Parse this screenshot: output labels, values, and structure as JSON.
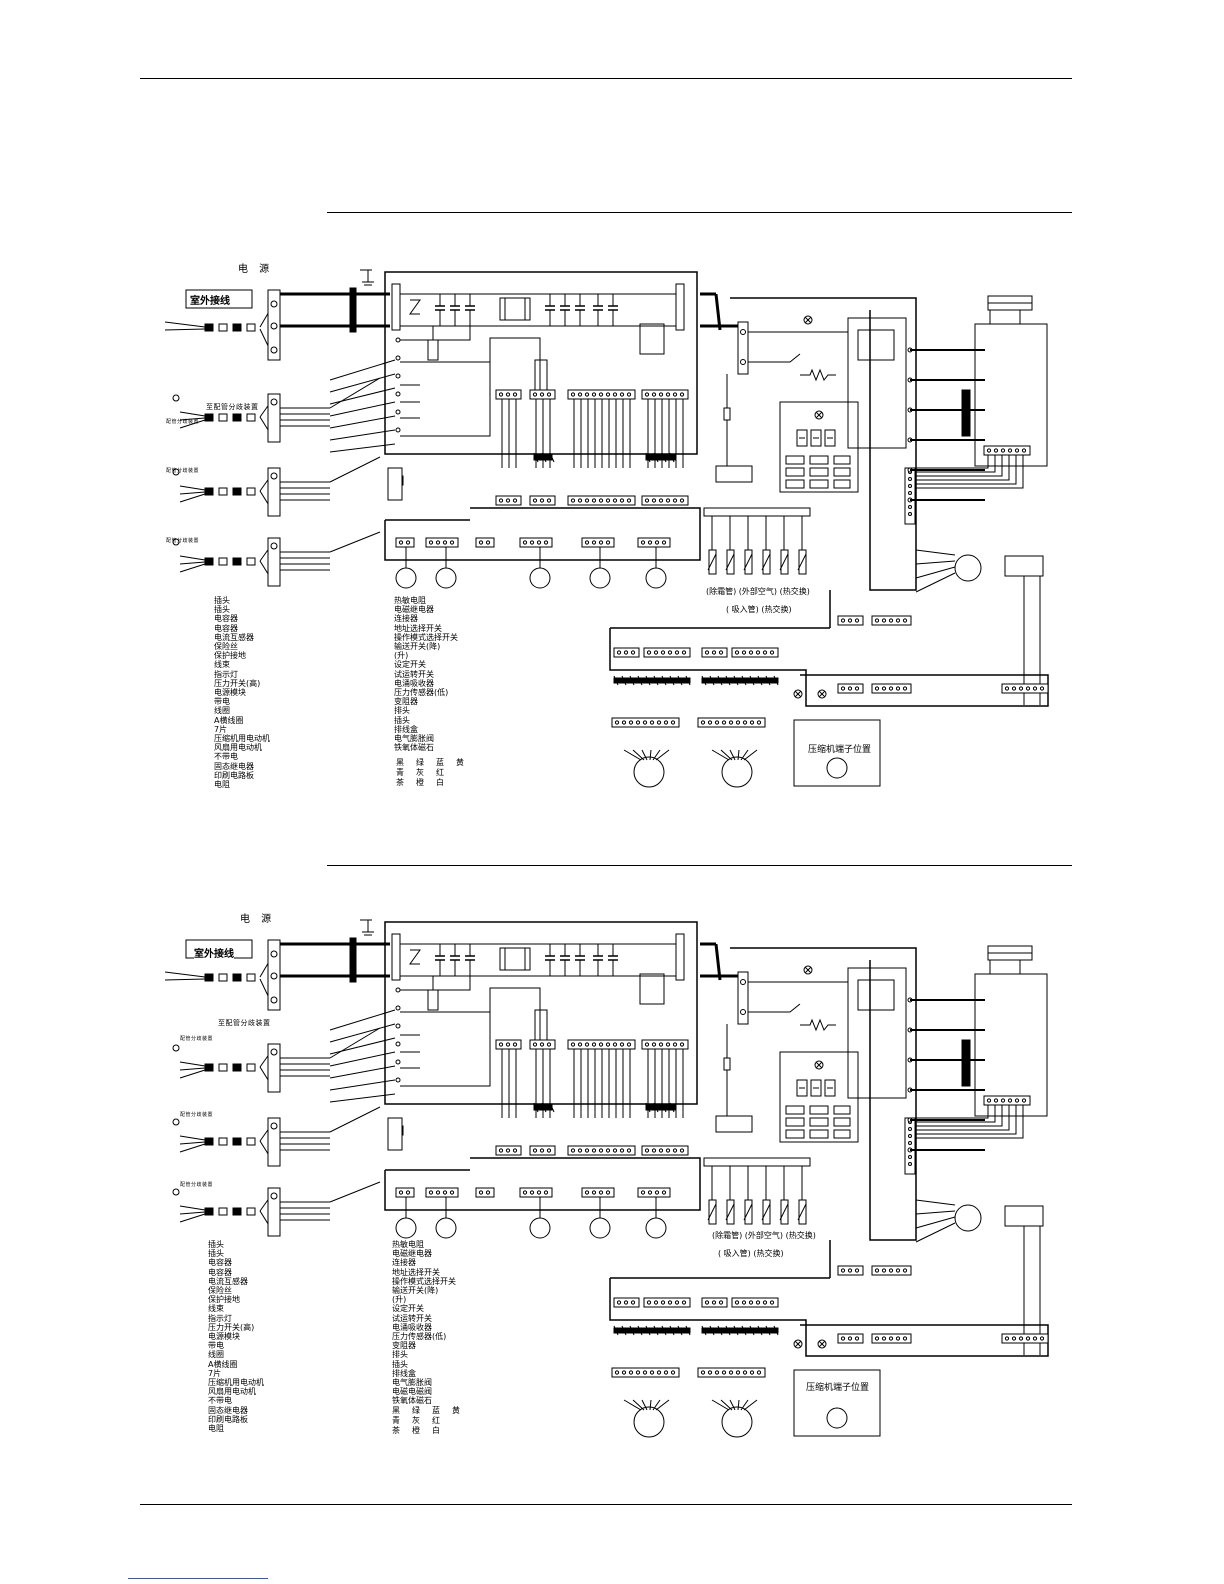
{
  "diagrams": [
    {
      "power_label": "电 源",
      "outdoor_box": "室外接线",
      "branch_label": "至配管分歧装置",
      "small_label": "配管分歧装置",
      "sensor_row1": "(除霜管)  (外部空气) (热交换)",
      "sensor_row2": "( 吸入管)   (热交换)",
      "compressor_label": "压缩机端子位置",
      "legend_left": [
        "插头",
        "插头",
        "电容器",
        "电容器",
        "电流互感器",
        "保险丝",
        "保护接地",
        "线束",
        "指示灯",
        "压力开关(高)",
        "电源模块",
        "带电",
        "线圈",
        "A横线圈",
        "7片",
        "压缩机用电动机",
        "风扇用电动机",
        "不带电",
        "固态继电器",
        "印刷电路板",
        "电阻"
      ],
      "legend_right": [
        "热敏电阻",
        "电磁继电器",
        "连接器",
        "地址选择开关",
        "操作模式选择开关",
        "输送开关(降)",
        "(升)",
        "设定开关",
        "试运转开关",
        "电涌吸收器",
        "压力传感器(低)",
        "变阻器",
        "排头",
        "插头",
        "排线盒",
        "电气膨胀阀",
        "铁氧体磁石"
      ],
      "color_rows": [
        [
          "黑",
          "绿",
          "蓝",
          "黄"
        ],
        [
          "青",
          "灰",
          "红",
          ""
        ],
        [
          "茶",
          "橙",
          "白",
          ""
        ]
      ]
    },
    {
      "power_label": "电 源",
      "outdoor_box": "室外接线",
      "branch_label": "至配管分歧装置",
      "small_label": "配管分歧装置",
      "sensor_row1": "(除霜管)  (外部空气) (热交换)",
      "sensor_row2": "( 吸入管)   (热交换)",
      "compressor_label": "压缩机端子位置",
      "legend_left": [
        "插头",
        "插头",
        "电容器",
        "电容器",
        "电流互感器",
        "保险丝",
        "保护接地",
        "线束",
        "指示灯",
        "压力开关(高)",
        "电源模块",
        "带电",
        "线圈",
        "A横线圈",
        "7片",
        "压缩机用电动机",
        "风扇用电动机",
        "不带电",
        "固态继电器",
        "印刷电路板",
        "电阻"
      ],
      "legend_right": [
        "热敏电阻",
        "电磁继电器",
        "连接器",
        "地址选择开关",
        "操作模式选择开关",
        "输送开关(降)",
        "(升)",
        "设定开关",
        "试运转开关",
        "电涌吸收器",
        "压力传感器(低)",
        "变阻器",
        "排头",
        "插头",
        "排线盒",
        "电气膨胀阀",
        "电磁电磁阀",
        "铁氧体磁石"
      ],
      "color_rows": [
        [
          "黑",
          "绿",
          "蓝",
          "黄"
        ],
        [
          "青",
          "灰",
          "红",
          ""
        ],
        [
          "茶",
          "橙",
          "白",
          ""
        ]
      ]
    }
  ]
}
